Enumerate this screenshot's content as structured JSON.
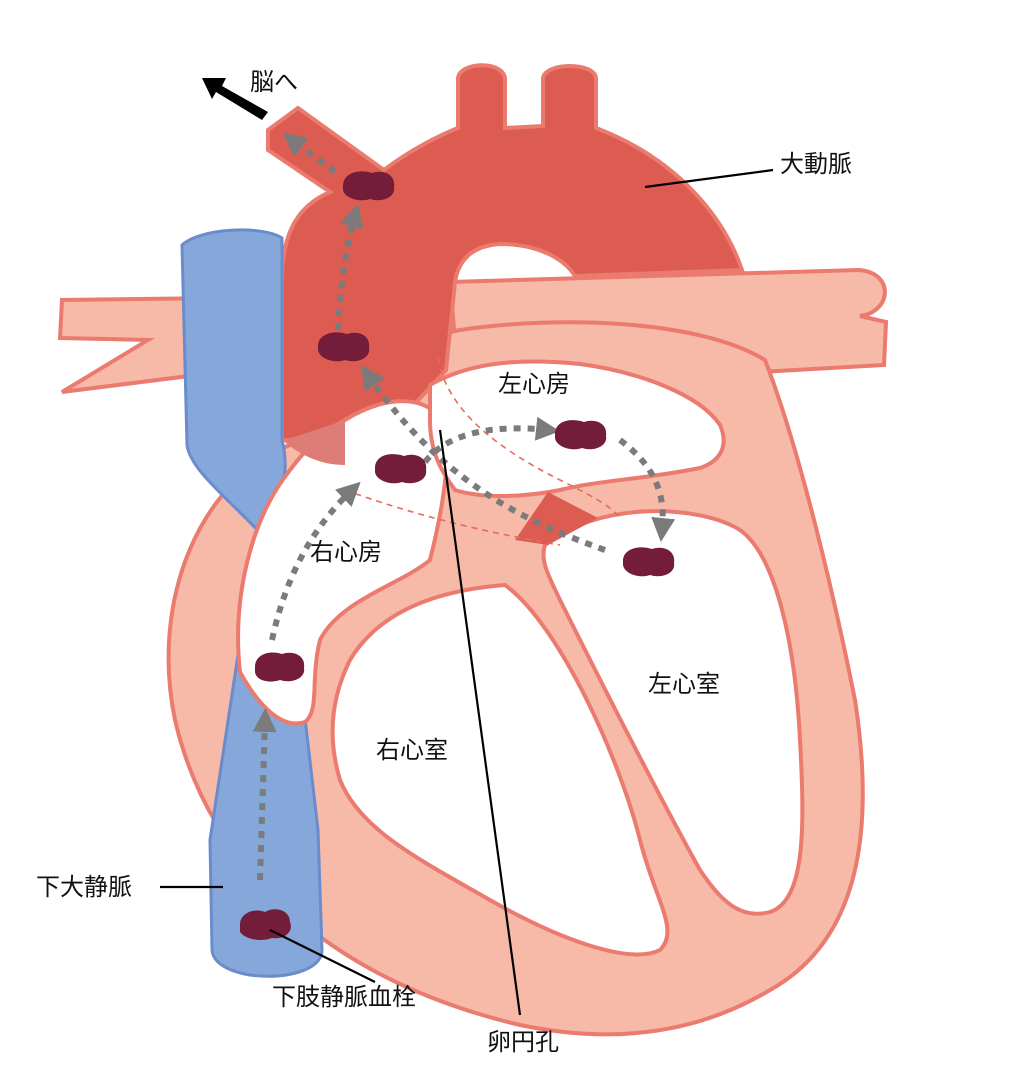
{
  "labels": {
    "to_brain": "脳へ",
    "aorta": "大動脈",
    "left_atrium": "左心房",
    "right_atrium": "右心房",
    "left_ventricle": "左心室",
    "right_ventricle": "右心室",
    "ivc": "下大静脈",
    "thrombus": "下肢静脈血栓",
    "foramen_ovale": "卵円孔"
  },
  "colors": {
    "artery": "#dc5c52",
    "vein": "#86a7da",
    "muscle": "#f7b9a8",
    "outline": "#ea7b6e",
    "clot": "#741d3a",
    "path": "#7b7b7b"
  }
}
